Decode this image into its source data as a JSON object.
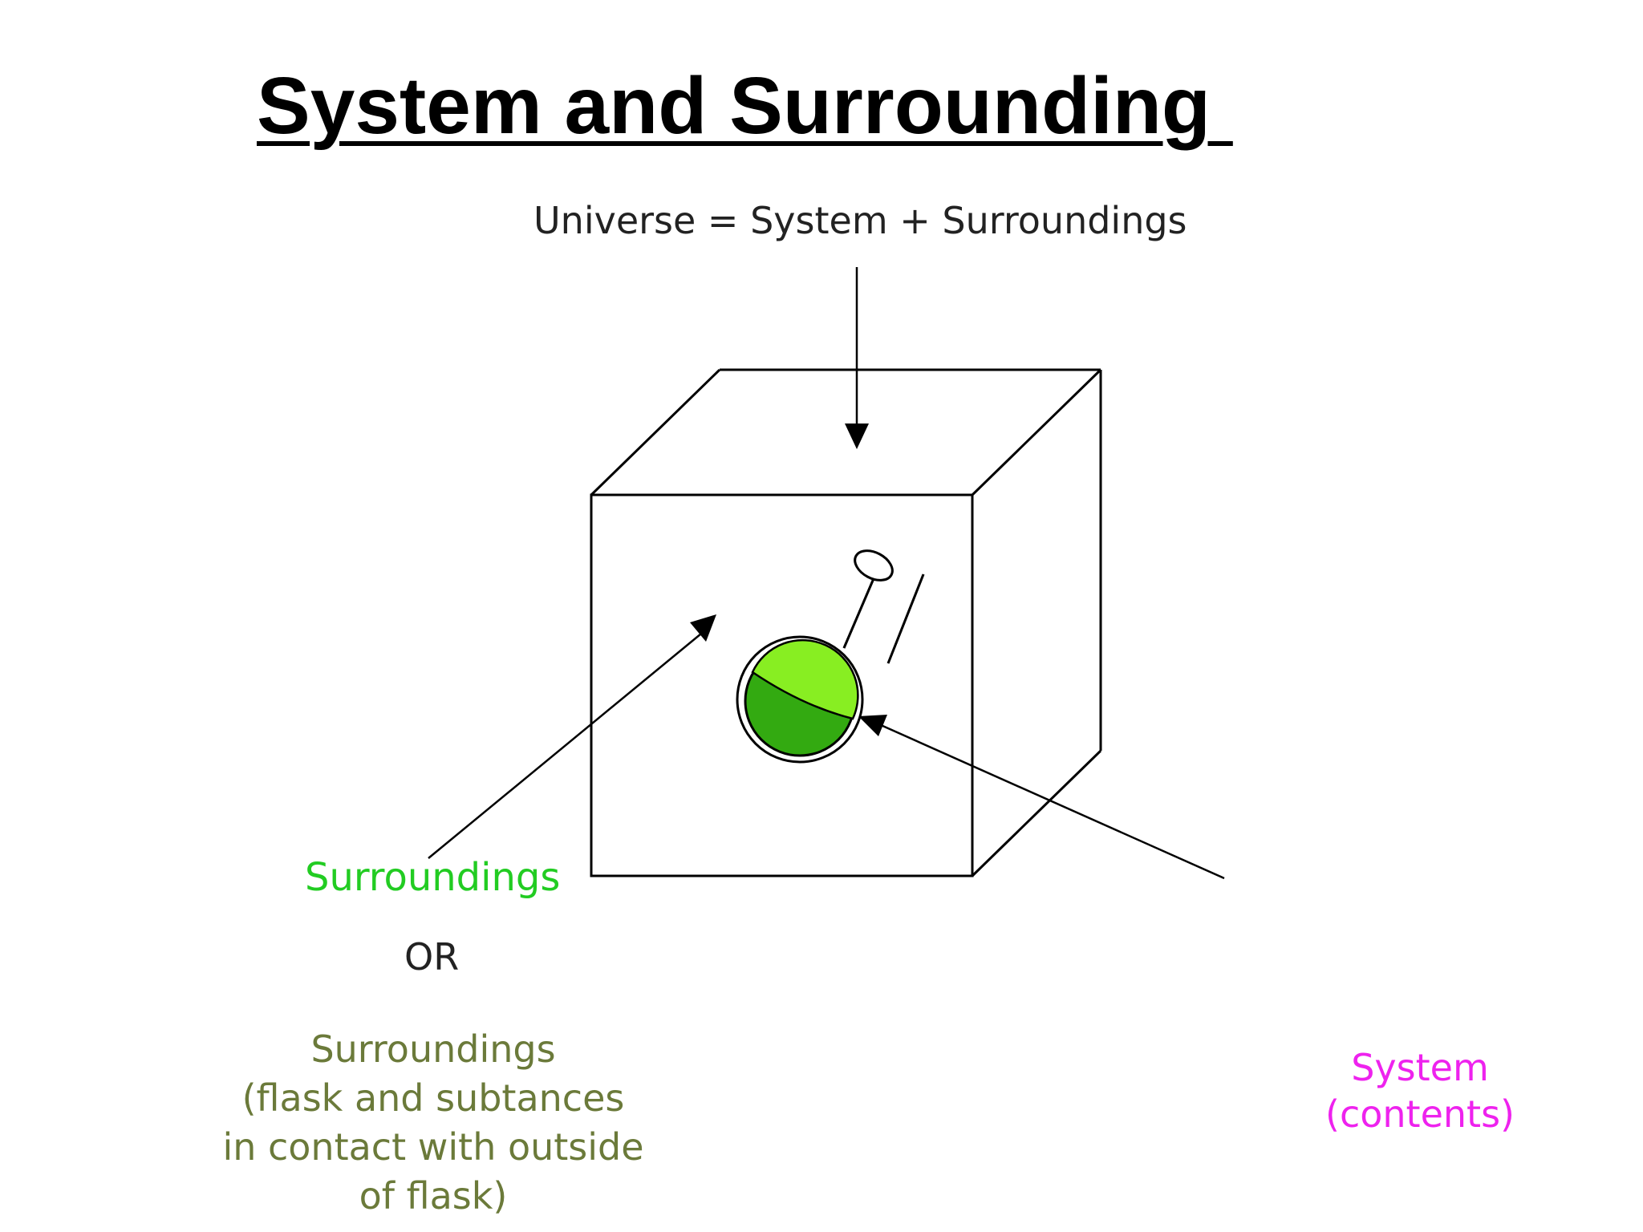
{
  "title": "System and Surrounding ",
  "equation": "Universe = System + Surroundings",
  "surroundings_label": "Surroundings",
  "or_label": "OR",
  "alt_surroundings": {
    "line1": "Surroundings",
    "line2": "(flask and subtances",
    "line3": "in contact with outside",
    "line4": "of flask)"
  },
  "system_label": {
    "line1": "System",
    "line2": "(contents)"
  },
  "colors": {
    "surroundings": "#22cc22",
    "alt_surroundings": "#6b7a3a",
    "system": "#ee22ee",
    "liquid_light": "#88ee22",
    "liquid_dark": "#33aa11",
    "lines": "#000000"
  },
  "icons": {
    "flask": "round-bottom-flask-icon",
    "box": "cube-outline"
  }
}
